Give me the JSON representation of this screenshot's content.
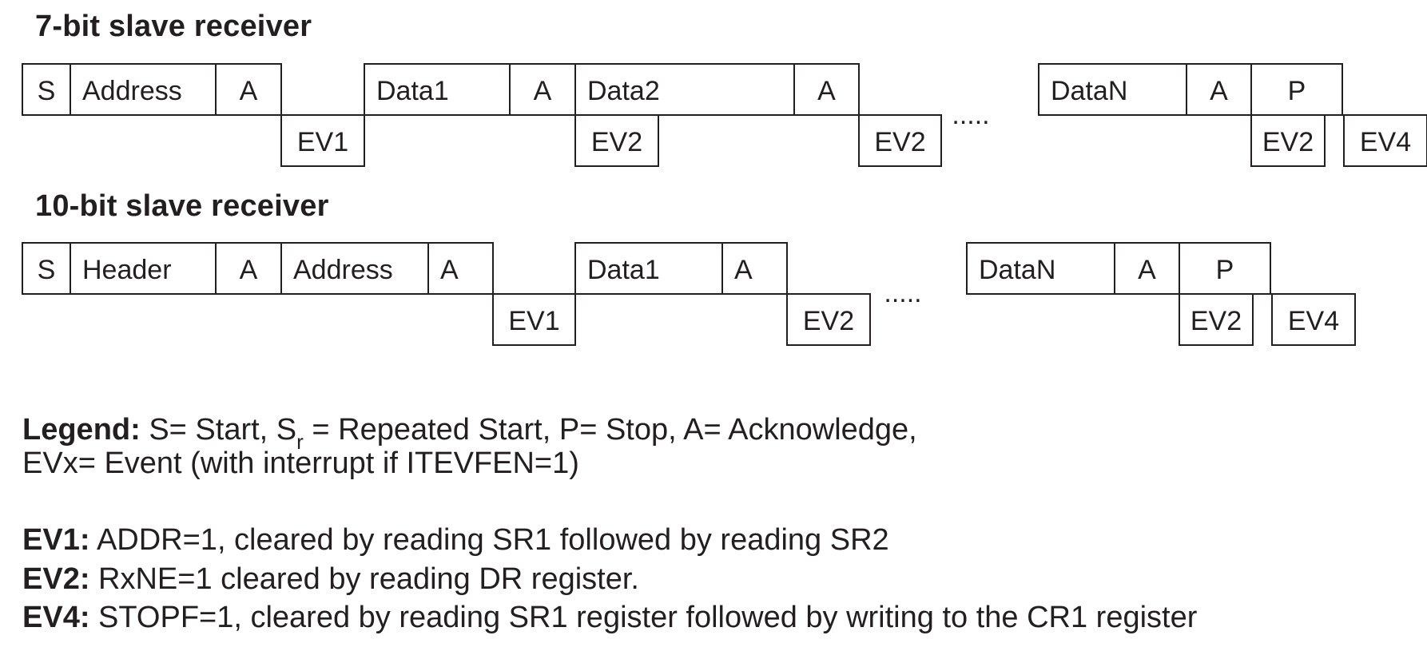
{
  "sections": [
    {
      "title": "7-bit slave receiver",
      "cells": [
        {
          "id": "s",
          "text": "S",
          "row": "top"
        },
        {
          "id": "address",
          "text": "Address",
          "row": "top"
        },
        {
          "id": "a1",
          "text": "A",
          "row": "top"
        },
        {
          "id": "ev1",
          "text": "EV1",
          "row": "bottom"
        },
        {
          "id": "data1",
          "text": "Data1",
          "row": "top"
        },
        {
          "id": "a2",
          "text": "A",
          "row": "top"
        },
        {
          "id": "data2",
          "text": "Data2",
          "row": "top"
        },
        {
          "id": "ev2a",
          "text": "EV2",
          "row": "bottom"
        },
        {
          "id": "a3",
          "text": "A",
          "row": "top"
        },
        {
          "id": "ev2b",
          "text": "EV2",
          "row": "bottom"
        },
        {
          "id": "datan",
          "text": "DataN",
          "row": "top"
        },
        {
          "id": "a4",
          "text": "A",
          "row": "top"
        },
        {
          "id": "p",
          "text": "P",
          "row": "top"
        },
        {
          "id": "ev2c",
          "text": "EV2",
          "row": "bottom"
        },
        {
          "id": "ev4",
          "text": "EV4",
          "row": "bottom"
        }
      ],
      "ellipsis": "....."
    },
    {
      "title": "10-bit slave receiver",
      "cells": [
        {
          "id": "s",
          "text": "S",
          "row": "top"
        },
        {
          "id": "header",
          "text": "Header",
          "row": "top"
        },
        {
          "id": "a1",
          "text": "A",
          "row": "top"
        },
        {
          "id": "address",
          "text": "Address",
          "row": "top"
        },
        {
          "id": "a2",
          "text": "A",
          "row": "top"
        },
        {
          "id": "ev1",
          "text": "EV1",
          "row": "bottom"
        },
        {
          "id": "data1",
          "text": "Data1",
          "row": "top"
        },
        {
          "id": "a3",
          "text": "A",
          "row": "top"
        },
        {
          "id": "ev2a",
          "text": "EV2",
          "row": "bottom"
        },
        {
          "id": "datan",
          "text": "DataN",
          "row": "top"
        },
        {
          "id": "a4",
          "text": "A",
          "row": "top"
        },
        {
          "id": "p",
          "text": "P",
          "row": "top"
        },
        {
          "id": "ev2b",
          "text": "EV2",
          "row": "bottom"
        },
        {
          "id": "ev4",
          "text": "EV4",
          "row": "bottom"
        }
      ],
      "ellipsis": "....."
    }
  ],
  "legend": {
    "label": "Legend:",
    "line1_a": " S= Start, S",
    "line1_sub": "r",
    "line1_b": " = Repeated Start, P= Stop, A= Acknowledge,",
    "line2": "EVx= Event (with interrupt if ITEVFEN=1)"
  },
  "events": [
    {
      "label": "EV1:",
      "text": " ADDR=1, cleared by reading SR1 followed by reading SR2"
    },
    {
      "label": "EV2:",
      "text": " RxNE=1 cleared by reading DR register."
    },
    {
      "label": "EV4:",
      "text": " STOPF=1, cleared by reading SR1 register followed by writing to the CR1 register"
    }
  ]
}
